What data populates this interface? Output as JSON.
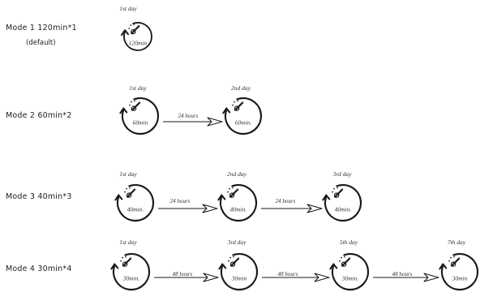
{
  "modes": [
    {
      "label": "Mode 1  120min*1",
      "sub": "(default)",
      "days": [
        {
          "day": "1st day",
          "duration": "120min"
        }
      ],
      "gaps": []
    },
    {
      "label": "Mode 2   60min*2",
      "sub": "",
      "days": [
        {
          "day": "1st day",
          "duration": "60min"
        },
        {
          "day": "2nd day",
          "duration": "60min."
        }
      ],
      "gaps": [
        "24 hours"
      ]
    },
    {
      "label": "Mode 3   40min*3",
      "sub": "",
      "days": [
        {
          "day": "1st day",
          "duration": "40min."
        },
        {
          "day": "2nd day",
          "duration": "40min."
        },
        {
          "day": "3rd day",
          "duration": "40min."
        }
      ],
      "gaps": [
        "24 hours",
        "24 hours"
      ]
    },
    {
      "label": "Mode 4   30min*4",
      "sub": "",
      "days": [
        {
          "day": "1st day",
          "duration": "30min."
        },
        {
          "day": "3rd day",
          "duration": "30min"
        },
        {
          "day": "5th day",
          "duration": "30min."
        },
        {
          "day": "7th day",
          "duration": "30min"
        }
      ],
      "gaps": [
        "48 hours",
        "48 hours",
        "48 hours"
      ]
    }
  ],
  "icon": "cleaning-brush-icon",
  "colors": {
    "stroke": "#1a1a1a",
    "text": "#222222"
  }
}
